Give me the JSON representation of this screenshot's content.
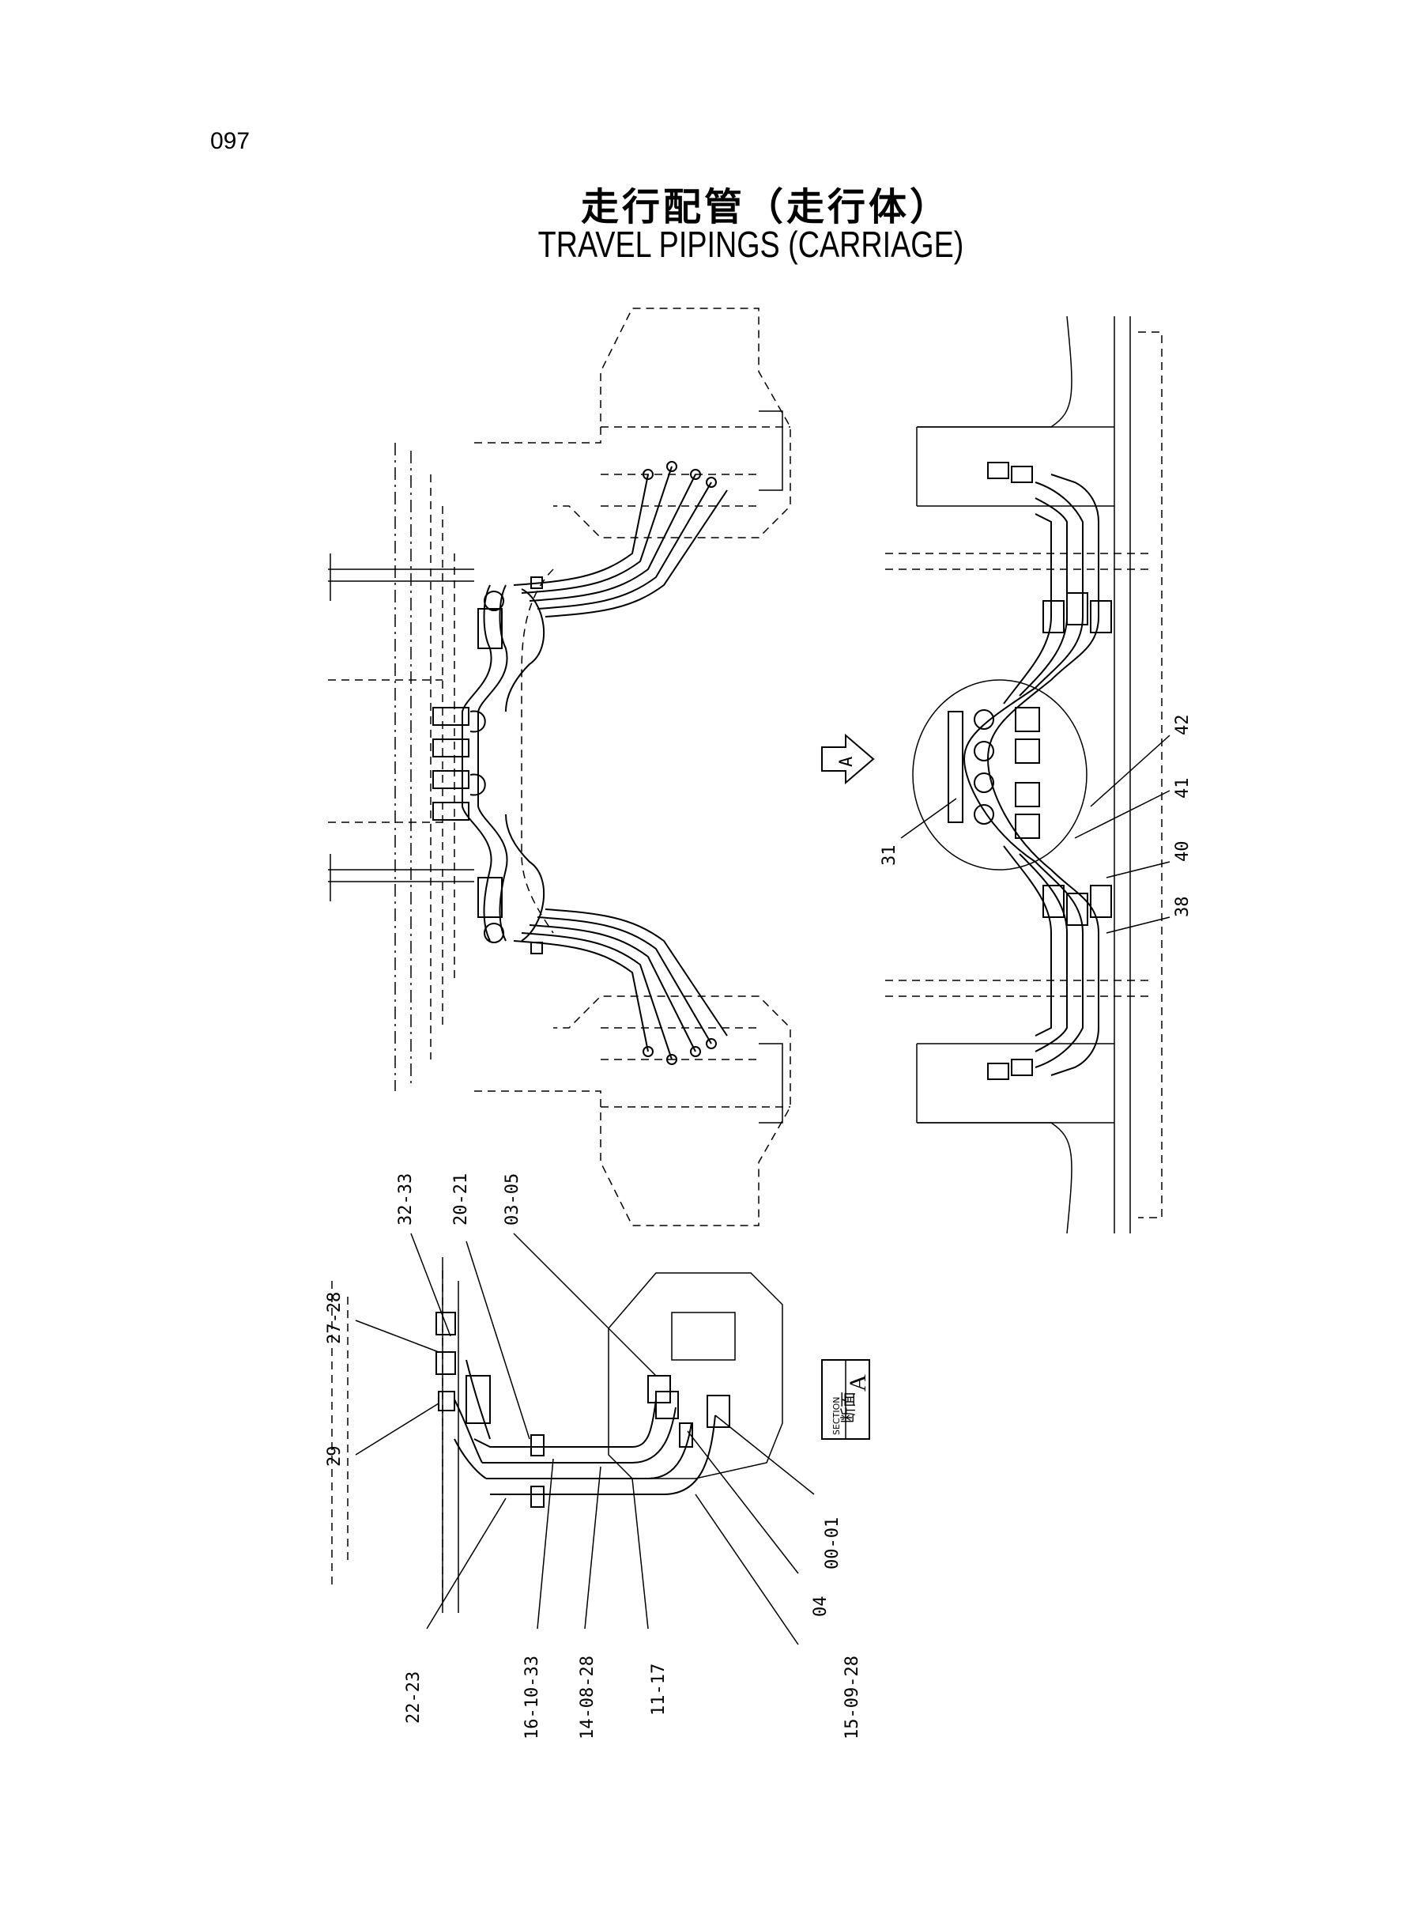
{
  "page_number": "097",
  "title": {
    "japanese": "走行配管（走行体）",
    "english": "TRAVEL PIPINGS (CARRIAGE)"
  },
  "view_marker": {
    "letter": "A"
  },
  "section_box": {
    "kanji": "断面",
    "label": "SECTION",
    "letter": "A"
  },
  "callouts": {
    "right_view": [
      "31",
      "42",
      "41",
      "40",
      "38"
    ],
    "section_view": [
      "32-33",
      "20-21",
      "03-05",
      "27-28",
      "29",
      "00-01",
      "04",
      "22-23",
      "16-10-33",
      "14-08-28",
      "11-17",
      "15-09-28"
    ]
  }
}
